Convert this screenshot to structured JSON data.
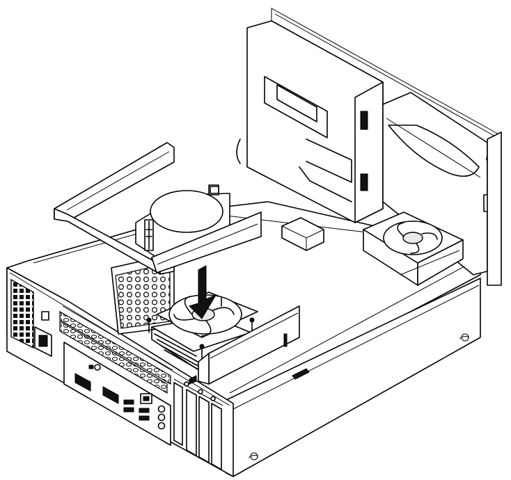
{
  "diagram": {
    "text_labels": [],
    "components": {
      "chassis": "computer-chassis",
      "heat_sink": "heat-sink-fan-assembly",
      "air_duct": "fan-duct",
      "optical_drive": "optical-drive-bay",
      "hard_drive": "hard-disk-drive",
      "front_fan": "front-system-fan",
      "power_supply": "power-supply-vent",
      "rear_panel": "rear-io-panel",
      "expansion_slots": "expansion-slot-covers",
      "arrow": "install-direction-arrow"
    },
    "install_direction": "down",
    "colors": {
      "line": "#000000",
      "background": "#ffffff",
      "shade": "#e9e9e9"
    }
  }
}
